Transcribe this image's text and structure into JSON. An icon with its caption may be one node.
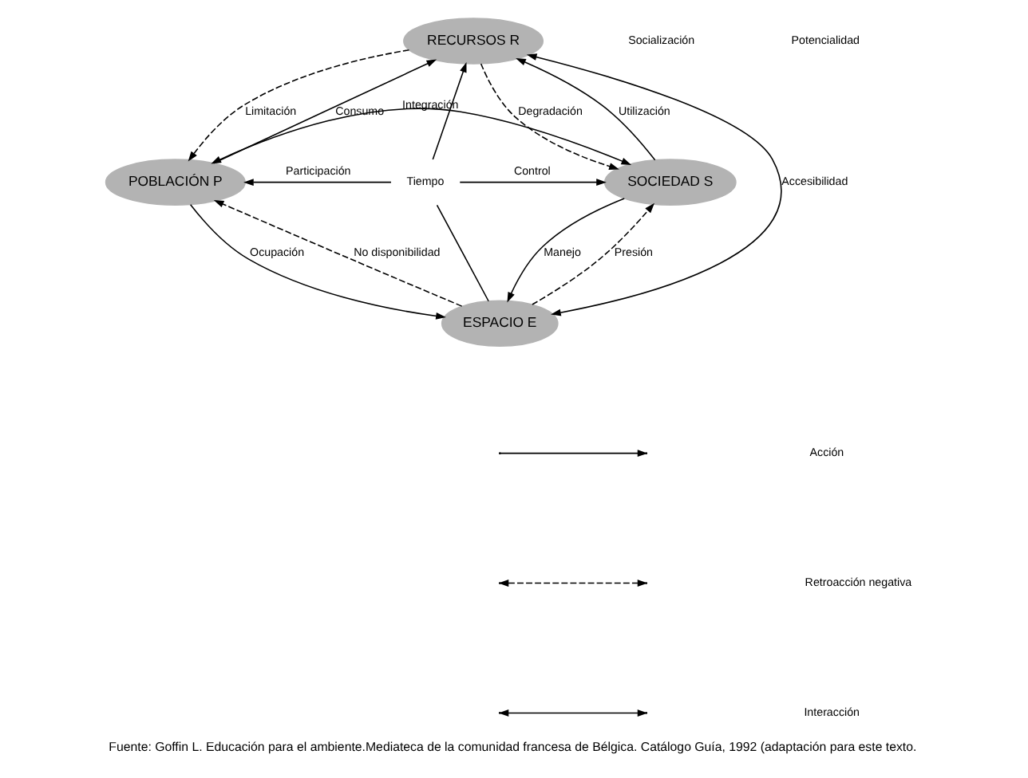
{
  "diagram": {
    "caption": "Fuente: Goffin L. Educación para el ambiente.Mediateca de la comunidad francesa de Bélgica. Catálogo Guía, 1992 (adaptación para este texto.",
    "nodes": [
      {
        "text": [
          "RECURSOS R"
        ]
      },
      {
        "text": [
          "POBLACIÓN P"
        ]
      },
      {
        "text": [
          "Tiempo"
        ]
      },
      {
        "text": [
          "SOCIEDAD S"
        ]
      },
      {
        "text": [
          "ESPACIO E"
        ]
      }
    ],
    "edges": [
      {
        "from": 1,
        "to": 0,
        "arrow": "to",
        "label": "Consumo"
      },
      {
        "from": 0,
        "to": 1,
        "arrow": "to",
        "label": "Limitación",
        "style": "dashed"
      },
      {
        "from": 3,
        "to": 0,
        "arrow": "to",
        "label": "Utilización"
      },
      {
        "from": 0,
        "to": 3,
        "arrow": "to",
        "label": "Degradación",
        "style": "dashed"
      },
      {
        "from": 1,
        "to": 3,
        "arrow": "both",
        "label": "Integración"
      },
      {
        "from": 2,
        "to": 1,
        "arrow": "to",
        "label": "Participación"
      },
      {
        "from": 2,
        "to": 3,
        "arrow": "to",
        "label": "Control"
      },
      {
        "from": 2,
        "to": 0,
        "arrow": "to"
      },
      {
        "from": 2,
        "to": 4,
        "arrow": "none"
      },
      {
        "from": 4,
        "to": 0,
        "arrow": "both",
        "label": "Accesibilidad"
      },
      {
        "from": 4,
        "to": 1,
        "arrow": "to",
        "label": "No disponibilidad",
        "style": "dashed"
      },
      {
        "from": 1,
        "to": 4,
        "arrow": "to",
        "label": "Ocupación"
      },
      {
        "from": 4,
        "to": 3,
        "arrow": "to",
        "label": "Presión",
        "style": "dashed"
      },
      {
        "from": 3,
        "to": 4,
        "arrow": "to",
        "label": "Manejo"
      }
    ],
    "labels": [
      "Socialización",
      "Potencialidad"
    ],
    "legend": [
      {
        "text": "Acción"
      },
      {
        "text": "Retroacción negativa"
      },
      {
        "text": "Interacción"
      }
    ]
  }
}
